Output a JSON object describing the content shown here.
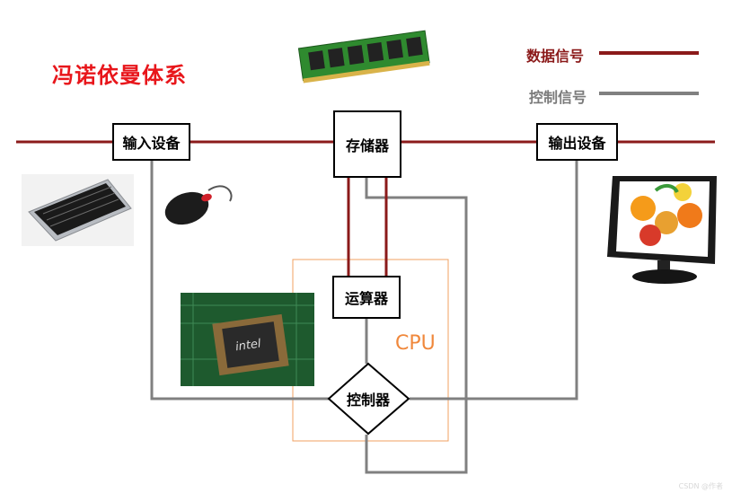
{
  "title": "冯诺依曼体系",
  "legend": {
    "data_signal": {
      "label": "数据信号",
      "color": "#8b1a1a"
    },
    "control_signal": {
      "label": "控制信号",
      "color": "#808080"
    }
  },
  "components": {
    "input": "输入设备",
    "memory": "存储器",
    "output": "输出设备",
    "alu": "运算器",
    "controller": "控制器",
    "cpu": "CPU"
  },
  "colors": {
    "title": "#e8161b",
    "data_line": "#8b1a1a",
    "control_line": "#808080",
    "cpu_border": "#f0a060",
    "cpu_text": "#f0883c"
  },
  "images": [
    "ram-stick",
    "keyboard",
    "mouse",
    "cpu-chip",
    "monitor"
  ],
  "watermark": "CSDN @作者"
}
